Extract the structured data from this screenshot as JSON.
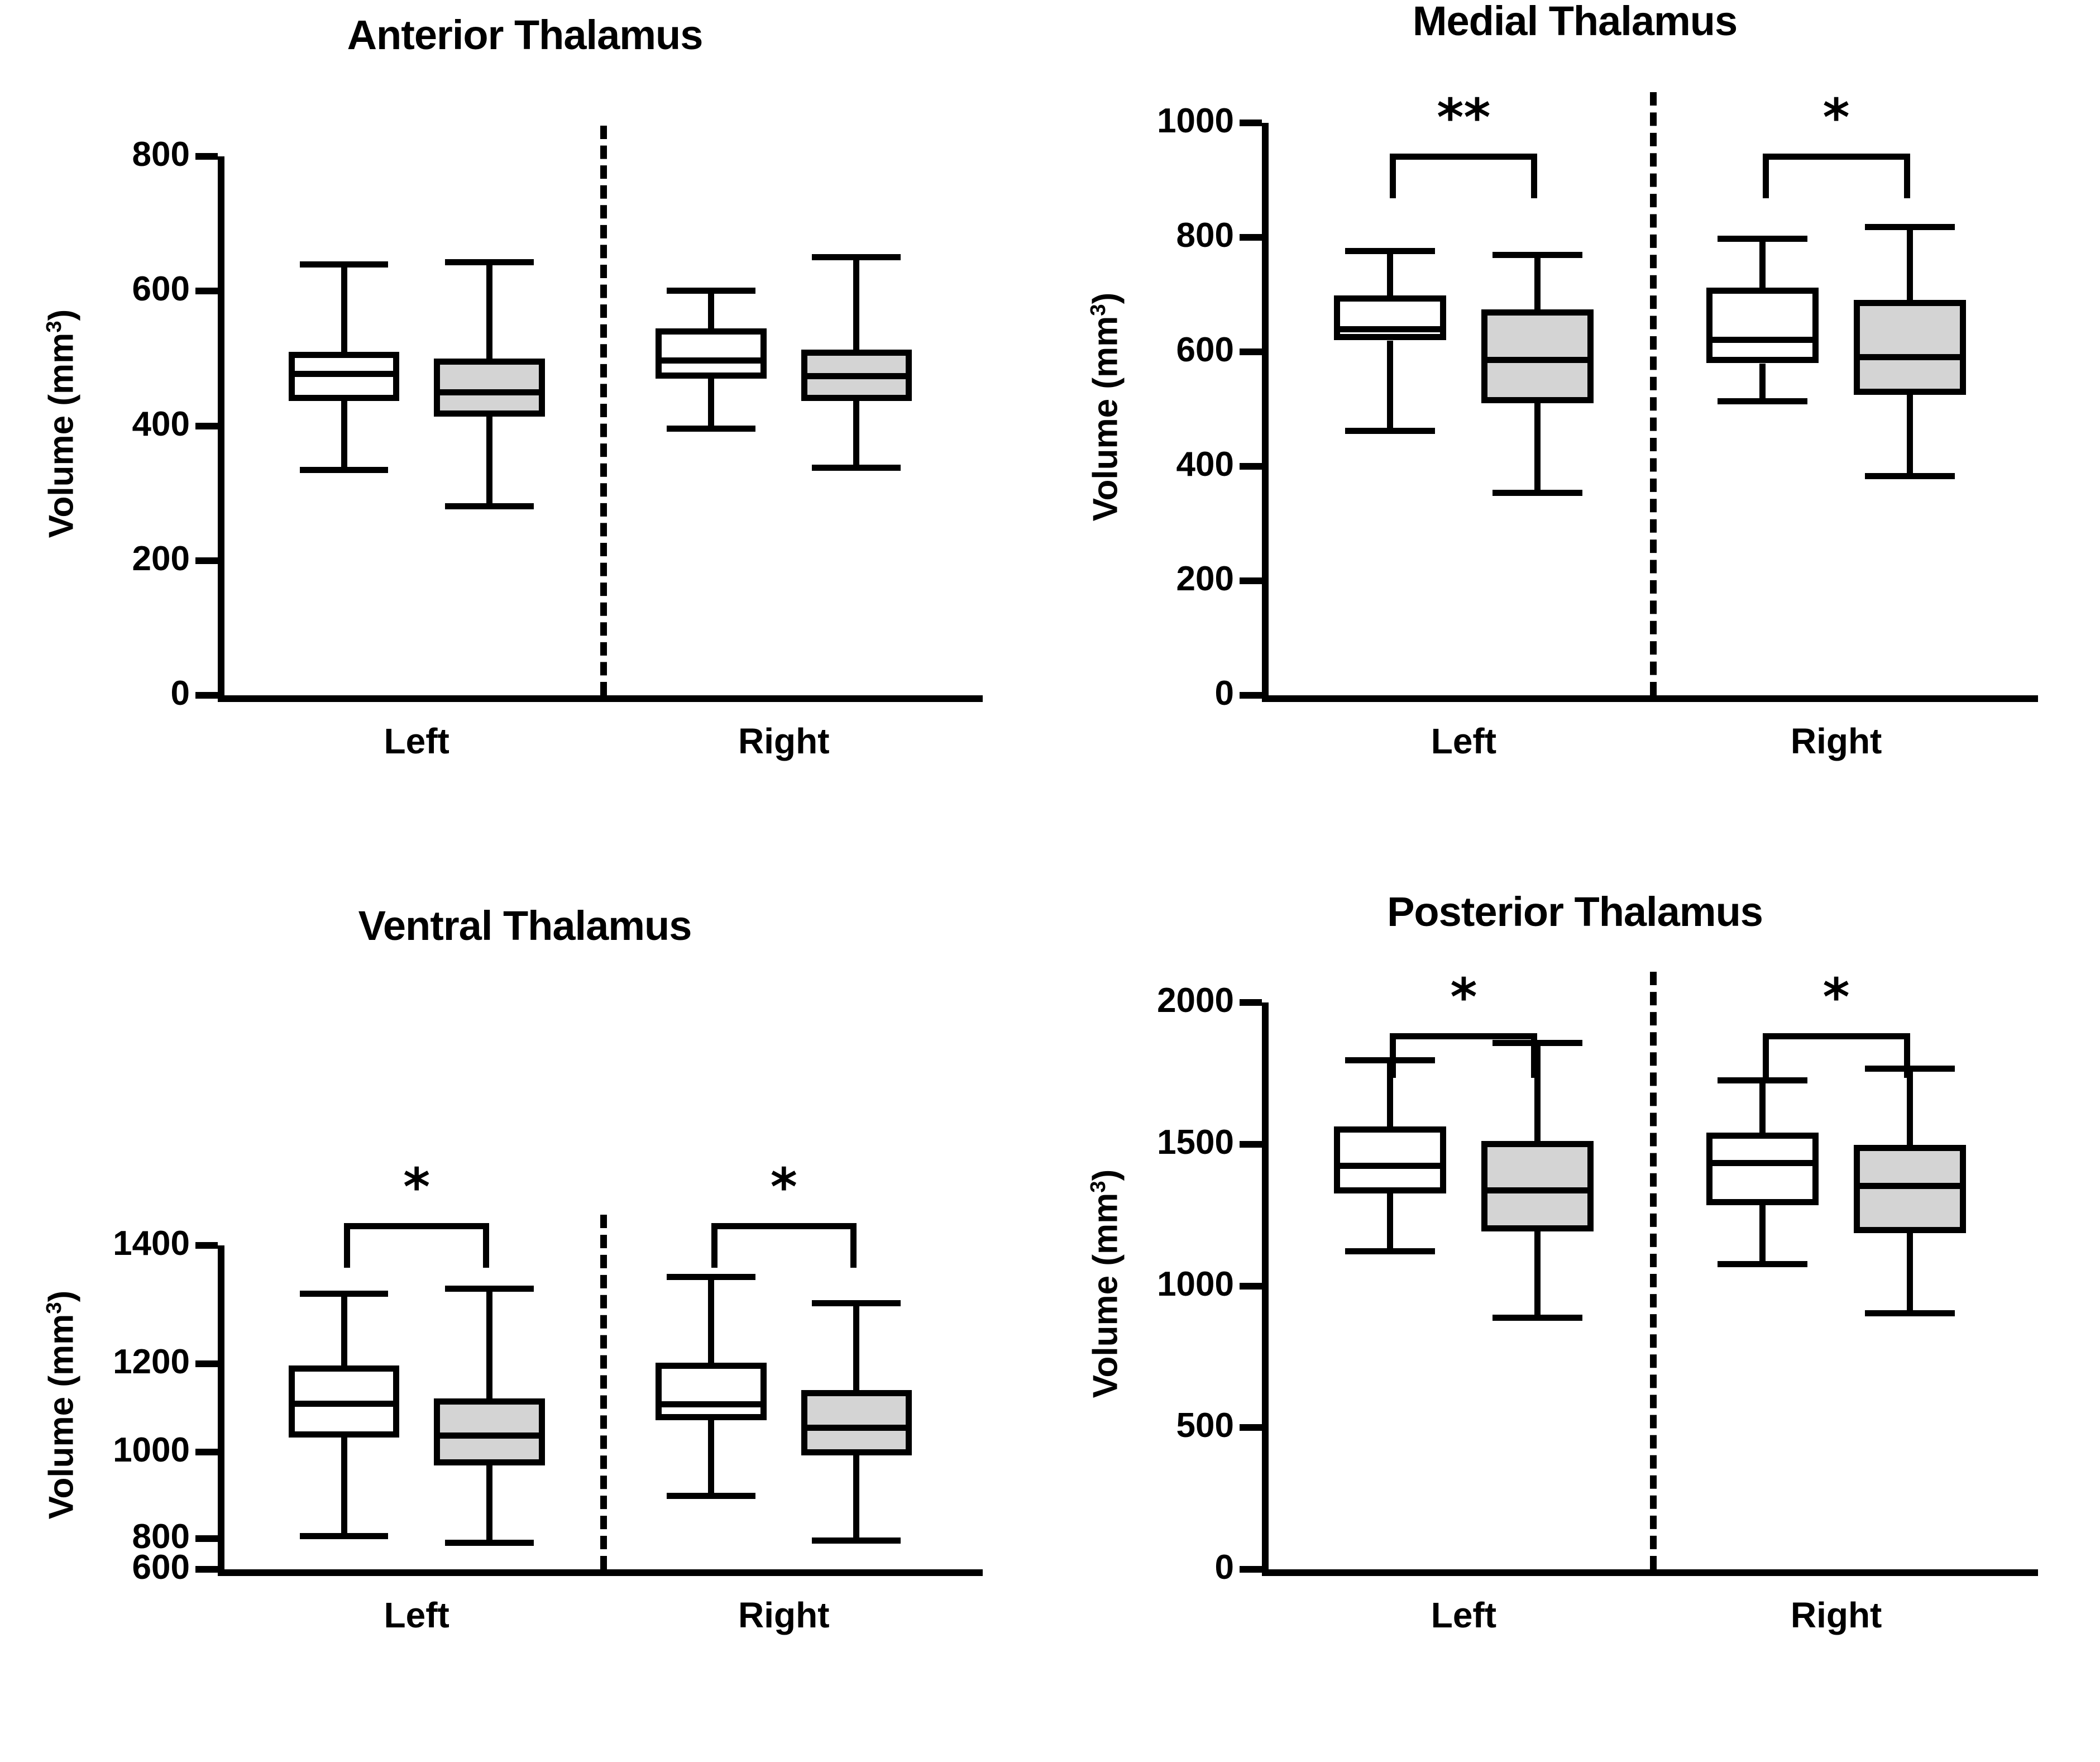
{
  "figure": {
    "background": "#ffffff",
    "box_fill_open": "#ffffff",
    "box_fill_shaded": "#d4d4d4",
    "line_color": "#000000"
  },
  "chart_data": [
    {
      "type": "box",
      "panel_id": "anterior",
      "title": "Anterior Thalamus",
      "xlabel": "",
      "ylabel": "Volume (mm³)",
      "ylabel_text": "Volume (mm",
      "ylabel_sup": "3",
      "ylabel_close": ")",
      "ylim": [
        0,
        800
      ],
      "yticks": [
        0,
        200,
        400,
        600,
        800
      ],
      "ytick_labels": [
        "0",
        "200",
        "400",
        "600",
        "800"
      ],
      "group_labels": [
        "Left",
        "Right"
      ],
      "grid": false,
      "legend": "none",
      "divider": true,
      "annotations": [],
      "boxes": [
        {
          "group": "Left",
          "series": "open",
          "min": 335,
          "q1": 437,
          "median": 477,
          "q3": 510,
          "max": 640
        },
        {
          "group": "Left",
          "series": "shaded",
          "min": 281,
          "q1": 414,
          "median": 450,
          "q3": 500,
          "max": 643
        },
        {
          "group": "Right",
          "series": "open",
          "min": 396,
          "q1": 470,
          "median": 497,
          "q3": 545,
          "max": 601
        },
        {
          "group": "Right",
          "series": "shaded",
          "min": 338,
          "q1": 437,
          "median": 474,
          "q3": 513,
          "max": 651
        }
      ]
    },
    {
      "type": "box",
      "panel_id": "medial",
      "title": "Medial Thalamus",
      "xlabel": "",
      "ylabel": "Volume (mm³)",
      "ylabel_text": "Volume (mm",
      "ylabel_sup": "3",
      "ylabel_close": ")",
      "ylim": [
        0,
        1000
      ],
      "yticks": [
        0,
        200,
        400,
        600,
        800,
        1000
      ],
      "ytick_labels": [
        "0",
        "200",
        "400",
        "600",
        "800",
        "1000"
      ],
      "group_labels": [
        "Left",
        "Right"
      ],
      "grid": false,
      "legend": "none",
      "divider": true,
      "annotations": [
        {
          "group": "Left",
          "label": "**"
        },
        {
          "group": "Right",
          "label": "*"
        }
      ],
      "boxes": [
        {
          "group": "Left",
          "series": "open",
          "min": 462,
          "q1": 620,
          "median": 640,
          "q3": 699,
          "max": 777
        },
        {
          "group": "Left",
          "series": "shaded",
          "min": 354,
          "q1": 510,
          "median": 586,
          "q3": 674,
          "max": 770
        },
        {
          "group": "Right",
          "series": "open",
          "min": 514,
          "q1": 580,
          "median": 621,
          "q3": 712,
          "max": 798
        },
        {
          "group": "Right",
          "series": "shaded",
          "min": 383,
          "q1": 525,
          "median": 591,
          "q3": 691,
          "max": 819
        }
      ]
    },
    {
      "type": "box",
      "panel_id": "ventral",
      "title": "Ventral Thalamus",
      "xlabel": "",
      "ylabel": "Volume (mm³)",
      "ylabel_text": "Volume (mm",
      "ylabel_sup": "3",
      "ylabel_close": ")",
      "ylim": [
        600,
        1400
      ],
      "yticks": [
        600,
        800,
        1000,
        1200,
        1400
      ],
      "ytick_labels": [
        "600",
        "800",
        "1000",
        "1200",
        "1400"
      ],
      "group_labels": [
        "Left",
        "Right"
      ],
      "grid": false,
      "legend": "none",
      "divider": true,
      "annotations": [
        {
          "group": "Left",
          "label": "*"
        },
        {
          "group": "Right",
          "label": "*"
        }
      ],
      "boxes": [
        {
          "group": "Left",
          "series": "open",
          "min": 807,
          "q1": 1033,
          "median": 1110,
          "q3": 1196,
          "max": 1319
        },
        {
          "group": "Left",
          "series": "shaded",
          "min": 774,
          "q1": 969,
          "median": 1037,
          "q3": 1122,
          "max": 1327
        },
        {
          "group": "Right",
          "series": "open",
          "min": 900,
          "q1": 1072,
          "median": 1108,
          "q3": 1202,
          "max": 1347
        },
        {
          "group": "Right",
          "series": "shaded",
          "min": 789,
          "q1": 992,
          "median": 1055,
          "q3": 1141,
          "max": 1303
        }
      ]
    },
    {
      "type": "box",
      "panel_id": "posterior",
      "title": "Posterior Thalamus",
      "xlabel": "",
      "ylabel": "Volume (mm³)",
      "ylabel_text": "Volume (mm",
      "ylabel_sup": "3",
      "ylabel_close": ")",
      "ylim": [
        0,
        2000
      ],
      "yticks": [
        0,
        500,
        1000,
        1500,
        2000
      ],
      "ytick_labels": [
        "0",
        "500",
        "1000",
        "1500",
        "2000"
      ],
      "group_labels": [
        "Left",
        "Right"
      ],
      "grid": false,
      "legend": "none",
      "divider": true,
      "annotations": [
        {
          "group": "Left",
          "label": "*"
        },
        {
          "group": "Right",
          "label": "*"
        }
      ],
      "boxes": [
        {
          "group": "Left",
          "series": "open",
          "min": 1124,
          "q1": 1327,
          "median": 1423,
          "q3": 1563,
          "max": 1798
        },
        {
          "group": "Left",
          "series": "shaded",
          "min": 888,
          "q1": 1192,
          "median": 1337,
          "q3": 1512,
          "max": 1858
        },
        {
          "group": "Right",
          "series": "open",
          "min": 1077,
          "q1": 1285,
          "median": 1434,
          "q3": 1541,
          "max": 1726
        },
        {
          "group": "Right",
          "series": "shaded",
          "min": 904,
          "q1": 1186,
          "median": 1352,
          "q3": 1497,
          "max": 1768
        }
      ]
    }
  ]
}
